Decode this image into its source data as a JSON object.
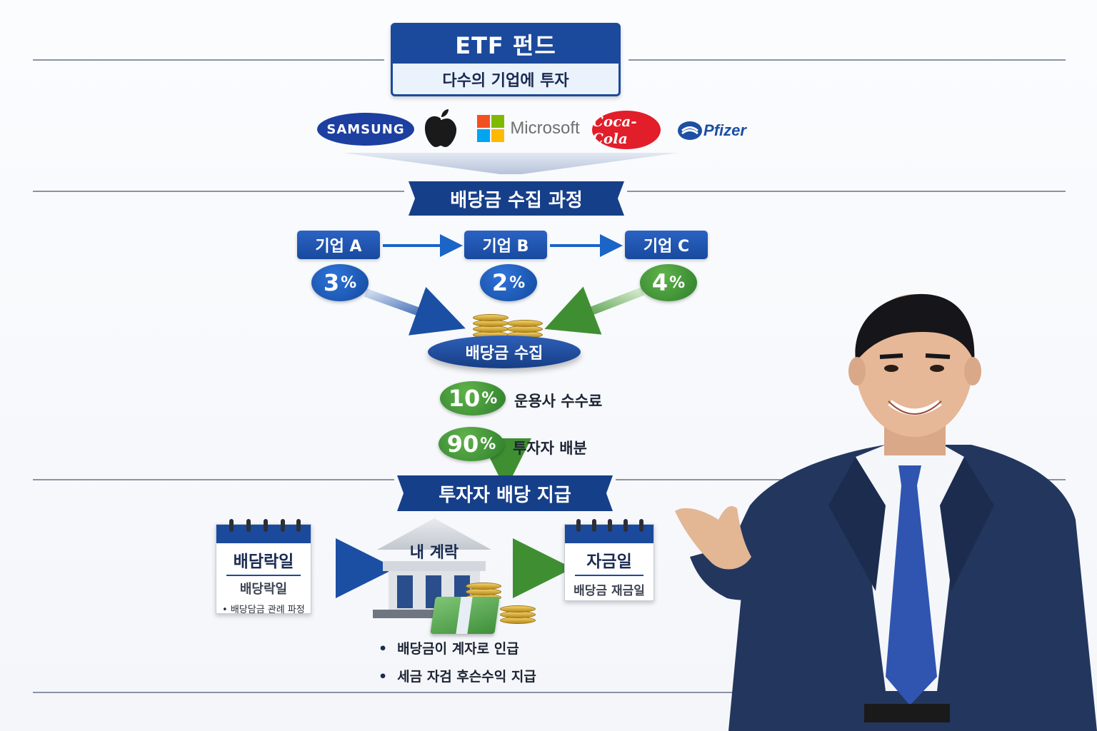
{
  "header": {
    "title": "ETF 펀드",
    "subtitle": "다수의 기업에 투자"
  },
  "logos": {
    "samsung": "SAMSUNG",
    "microsoft": "Microsoft",
    "cocacola": "Coca-Cola",
    "pfizer": "Pfizer",
    "apple_icon": "apple-logo-icon"
  },
  "section1": {
    "banner": "배당금 수집 과정"
  },
  "companies": [
    {
      "label": "기업 A",
      "pct": "3",
      "color": "#1b59b8"
    },
    {
      "label": "기업 B",
      "pct": "2",
      "color": "#1b59b8"
    },
    {
      "label": "기업 C",
      "pct": "4",
      "color": "#3f9a36"
    }
  ],
  "percent_symbol": "%",
  "collection": {
    "label": "배당금 수집"
  },
  "split": {
    "fee": {
      "pct": "10",
      "label": "운용사 수수료"
    },
    "investor": {
      "pct": "90",
      "label": "투자자 배분"
    }
  },
  "section2": {
    "banner": "투자자 배당 지급"
  },
  "ex_date_card": {
    "title": "배담락일",
    "line": "배당락일",
    "note": "배당담금 관례 파정"
  },
  "bank": {
    "label": "내 계락"
  },
  "pay_date_card": {
    "title": "자금일",
    "line": "배당금 재금일"
  },
  "bullets": [
    "배당금이 계자로 인급",
    "세금 자검 후슨수익 지급"
  ],
  "colors": {
    "navy": "#163f8a",
    "blue": "#1b59b8",
    "green": "#3f9a36"
  }
}
